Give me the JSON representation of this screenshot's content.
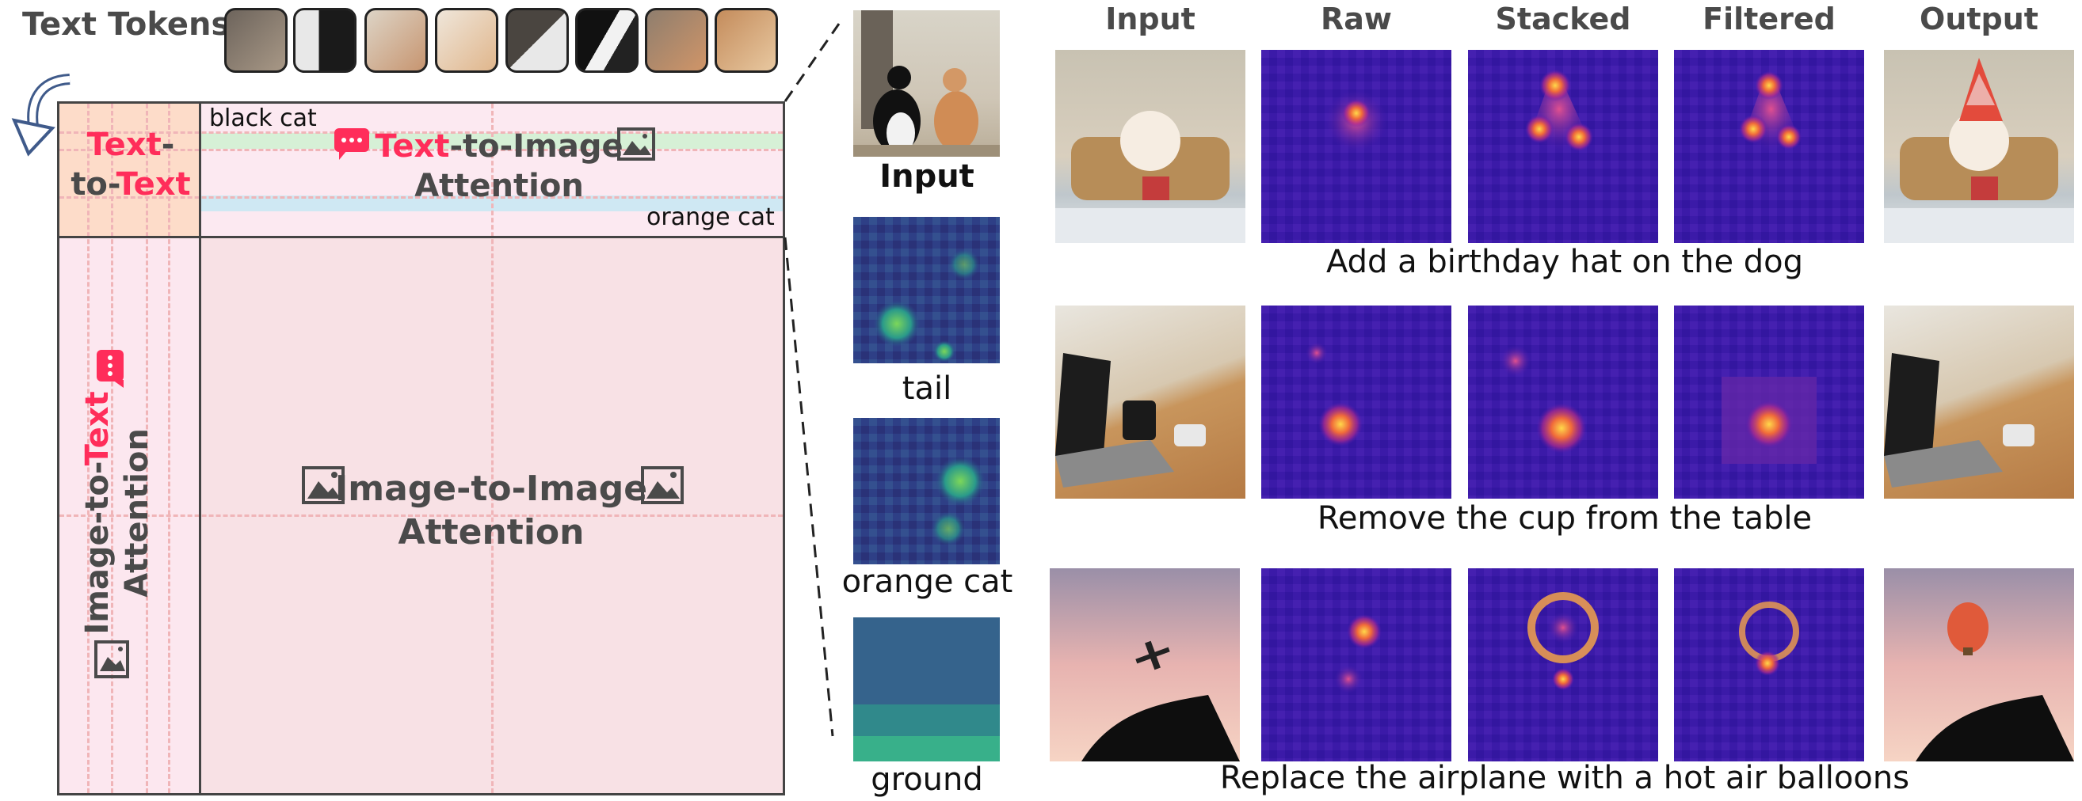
{
  "text_tokens_label": "Text Tokens",
  "matrix": {
    "text_to_text": {
      "part1": "Text",
      "part2": "-",
      "part3": "to-",
      "part4": "Text"
    },
    "text_to_image": {
      "line1_red": "Text",
      "line1_rest": "-to-Image",
      "line2": "Attention"
    },
    "image_to_text": {
      "prefix": "Image-to-",
      "red": "Text",
      "line2": "Attention"
    },
    "image_to_image": {
      "line1": "Image-to-Image",
      "line2": "Attention"
    },
    "black_cat": "black cat",
    "orange_cat": "orange cat"
  },
  "middle": {
    "input": "Input",
    "tail": "tail",
    "orange_cat": "orange cat",
    "ground": "ground"
  },
  "columns": [
    "Input",
    "Raw",
    "Stacked",
    "Filtered",
    "Output"
  ],
  "rows": [
    {
      "caption": "Add a birthday hat on the dog"
    },
    {
      "caption": "Remove the cup from the table"
    },
    {
      "caption": "Replace the airplane with a hot air balloons"
    }
  ],
  "colors": {
    "accent": "#ff2d5a",
    "heat_bg": "#3a1ba5",
    "heat_hot": "#f9d342"
  }
}
